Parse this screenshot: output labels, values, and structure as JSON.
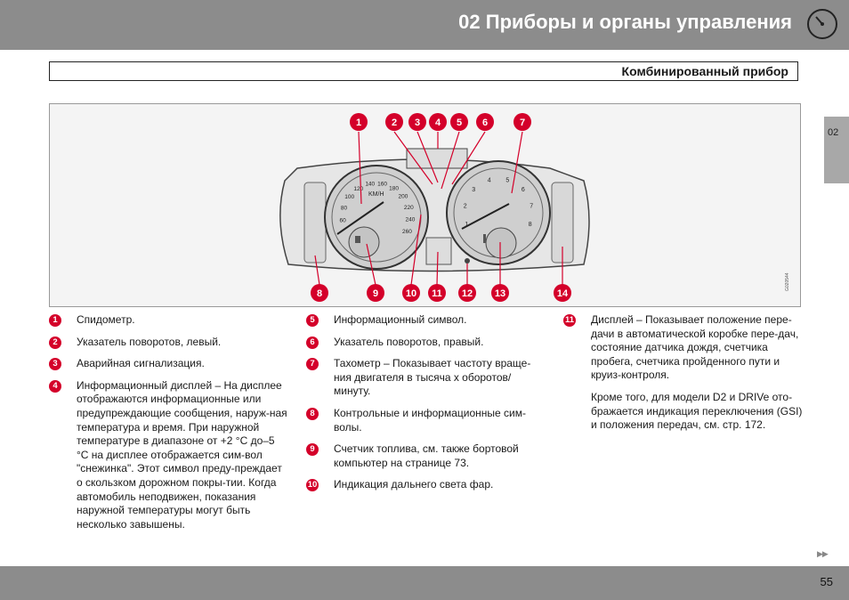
{
  "header": {
    "title": "02 Приборы и органы управления",
    "icon": "gauge-icon"
  },
  "section": {
    "title": "Комбинированный прибор"
  },
  "side_tab": {
    "label": "02"
  },
  "figure": {
    "speedo_ticks": [
      "60",
      "80",
      "100",
      "120",
      "140",
      "160",
      "180",
      "200",
      "220",
      "240",
      "260"
    ],
    "speedo_unit": "KM/H",
    "tacho_ticks": [
      "1",
      "2",
      "3",
      "4",
      "5",
      "6",
      "7",
      "8"
    ],
    "image_code": "G020544"
  },
  "legend": {
    "col1": [
      {
        "n": "1",
        "text": "Спидометр."
      },
      {
        "n": "2",
        "text": "Указатель поворотов, левый."
      },
      {
        "n": "3",
        "text": "Аварийная сигнализация."
      },
      {
        "n": "4",
        "text": "Информационный дисплей – На дисплее отображаются информационные или предупреждающие сообщения, наруж-ная температура и время. При наружной температуре в диапазоне от +2 °C до–5 °C на дисплее отображается сим-вол \"снежинка\". Этот символ преду-преждает о скользком дорожном покры-тии. Когда автомобиль неподвижен, показания наружной температуры могут быть несколько завышены."
      }
    ],
    "col2": [
      {
        "n": "5",
        "text": "Информационный символ."
      },
      {
        "n": "6",
        "text": "Указатель поворотов, правый."
      },
      {
        "n": "7",
        "text": "Тахометр – Показывает частоту враще-ния двигателя в тысяча x оборотов/минуту."
      },
      {
        "n": "8",
        "text": "Контрольные и информационные сим-волы."
      },
      {
        "n": "9",
        "text": "Счетчик топлива, см. также бортовой компьютер на странице 73."
      },
      {
        "n": "10",
        "text": "Индикация дальнего света фар."
      }
    ],
    "col3": [
      {
        "n": "11",
        "text": "Дисплей – Показывает положение пере-дачи в автоматической коробке пере-дач, состояние датчика дождя, счетчика пробега, счетчика пройденного пути и круиз-контроля."
      }
    ],
    "col3_extra": "Кроме того, для модели D2 и DRIVe ото-бражается индикация переключения (GSI) и положения передач, см. стр. 172."
  },
  "footer": {
    "page_number": "55",
    "next_icon": "double-chevron-right-icon"
  },
  "colors": {
    "bar": "#8c8c8c",
    "badge": "#d4002a",
    "tab": "#a8a8a8"
  }
}
